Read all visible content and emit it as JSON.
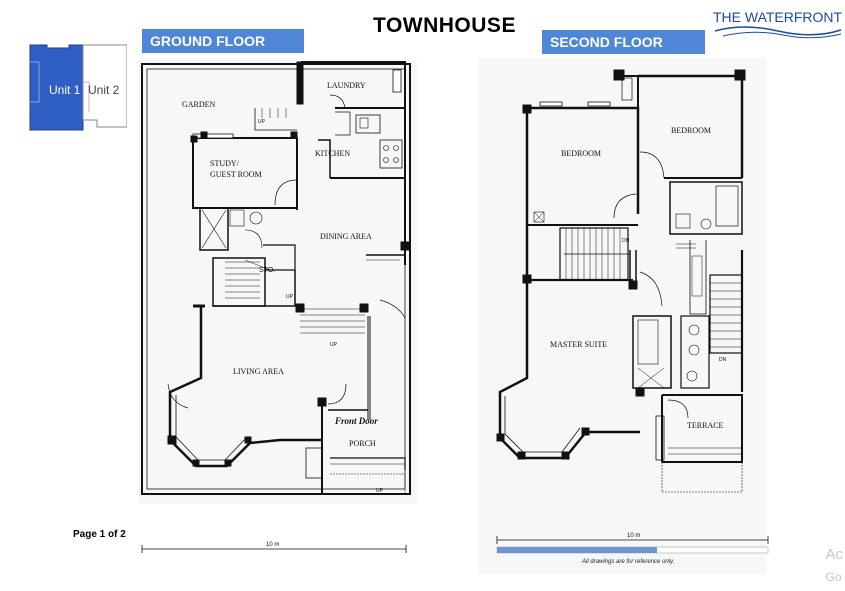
{
  "header": {
    "title": "TOWNHOUSE",
    "brand": "THE WATERFRONT"
  },
  "unit_map": {
    "unit1": "Unit 1",
    "unit2": "Unit 2",
    "selected_color": "#2f5fc4"
  },
  "ground_floor": {
    "label": "GROUND FLOOR",
    "rooms": {
      "garden": "GARDEN",
      "laundry": "LAUNDRY",
      "kitchen": "KITCHEN",
      "study_1": "STUDY/",
      "study_2": "GUEST ROOM",
      "dining": "DINING AREA",
      "sto": "STO.",
      "living": "LIVING AREA",
      "front_door": "Front Door",
      "porch": "PORCH"
    },
    "up": "UP",
    "scale": "10 m"
  },
  "second_floor": {
    "label": "SECOND FLOOR",
    "rooms": {
      "bedroom1": "BEDROOM",
      "bedroom2": "BEDROOM",
      "master": "MASTER SUITE",
      "terrace": "TERRACE"
    },
    "dn": "DN",
    "scale": "10 m"
  },
  "footer": {
    "page": "Page 1 of 2",
    "note": "All drawings are for reference only."
  },
  "watermark": {
    "line1": "Ac",
    "line2": "Go"
  },
  "colors": {
    "label_bg": "#4f86d6",
    "brand": "#1d4aa6"
  }
}
